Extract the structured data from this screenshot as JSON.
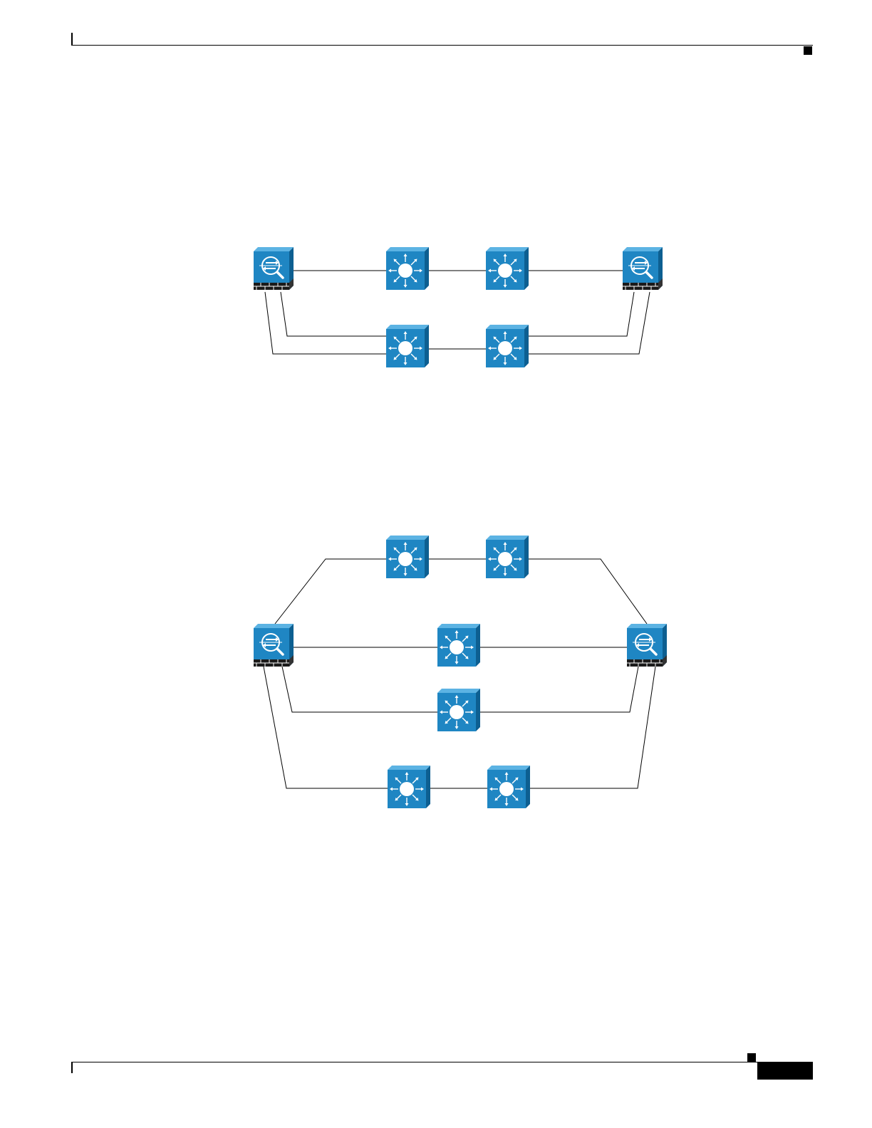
{
  "page": {
    "header_text": "",
    "footer_text": "",
    "page_number": ""
  },
  "colors": {
    "device_front": "#1f86c3",
    "device_top": "#5cb3e3",
    "device_side": "#0d5f91",
    "device_base": "#1a1a1a",
    "link": "#000000",
    "icon_line": "#ffffff"
  },
  "figures": [
    {
      "id": "figure-top",
      "nodes": [
        {
          "id": "firewall-left-1",
          "type": "firewall",
          "icon": "security-appliance-icon"
        },
        {
          "id": "switch-top-1",
          "type": "switch",
          "icon": "multilayer-switch-icon"
        },
        {
          "id": "switch-top-2",
          "type": "switch",
          "icon": "multilayer-switch-icon"
        },
        {
          "id": "firewall-right-1",
          "type": "firewall",
          "icon": "security-appliance-icon"
        },
        {
          "id": "switch-bottom-1",
          "type": "switch",
          "icon": "multilayer-switch-icon"
        },
        {
          "id": "switch-bottom-2",
          "type": "switch",
          "icon": "multilayer-switch-icon"
        }
      ],
      "links": [
        [
          "firewall-left-1",
          "switch-top-1"
        ],
        [
          "switch-top-1",
          "switch-top-2"
        ],
        [
          "switch-top-2",
          "firewall-right-1"
        ],
        [
          "firewall-left-1",
          "switch-bottom-1"
        ],
        [
          "firewall-left-1",
          "switch-bottom-1"
        ],
        [
          "switch-bottom-1",
          "switch-bottom-2"
        ],
        [
          "switch-bottom-2",
          "firewall-right-1"
        ],
        [
          "switch-bottom-2",
          "firewall-right-1"
        ]
      ]
    },
    {
      "id": "figure-bottom",
      "nodes": [
        {
          "id": "switch-a1",
          "type": "switch",
          "icon": "multilayer-switch-icon"
        },
        {
          "id": "switch-a2",
          "type": "switch",
          "icon": "multilayer-switch-icon"
        },
        {
          "id": "firewall-left-2",
          "type": "firewall",
          "icon": "security-appliance-icon"
        },
        {
          "id": "switch-b",
          "type": "switch",
          "icon": "multilayer-switch-icon"
        },
        {
          "id": "firewall-right-2",
          "type": "firewall",
          "icon": "security-appliance-icon"
        },
        {
          "id": "switch-c",
          "type": "switch",
          "icon": "multilayer-switch-icon"
        },
        {
          "id": "switch-d1",
          "type": "switch",
          "icon": "multilayer-switch-icon"
        },
        {
          "id": "switch-d2",
          "type": "switch",
          "icon": "multilayer-switch-icon"
        }
      ],
      "links": [
        [
          "firewall-left-2",
          "switch-a1"
        ],
        [
          "switch-a1",
          "switch-a2"
        ],
        [
          "switch-a2",
          "firewall-right-2"
        ],
        [
          "firewall-left-2",
          "switch-b"
        ],
        [
          "switch-b",
          "firewall-right-2"
        ],
        [
          "firewall-left-2",
          "switch-c"
        ],
        [
          "switch-c",
          "firewall-right-2"
        ],
        [
          "firewall-left-2",
          "switch-d1"
        ],
        [
          "switch-d1",
          "switch-d2"
        ],
        [
          "switch-d2",
          "firewall-right-2"
        ]
      ]
    }
  ]
}
